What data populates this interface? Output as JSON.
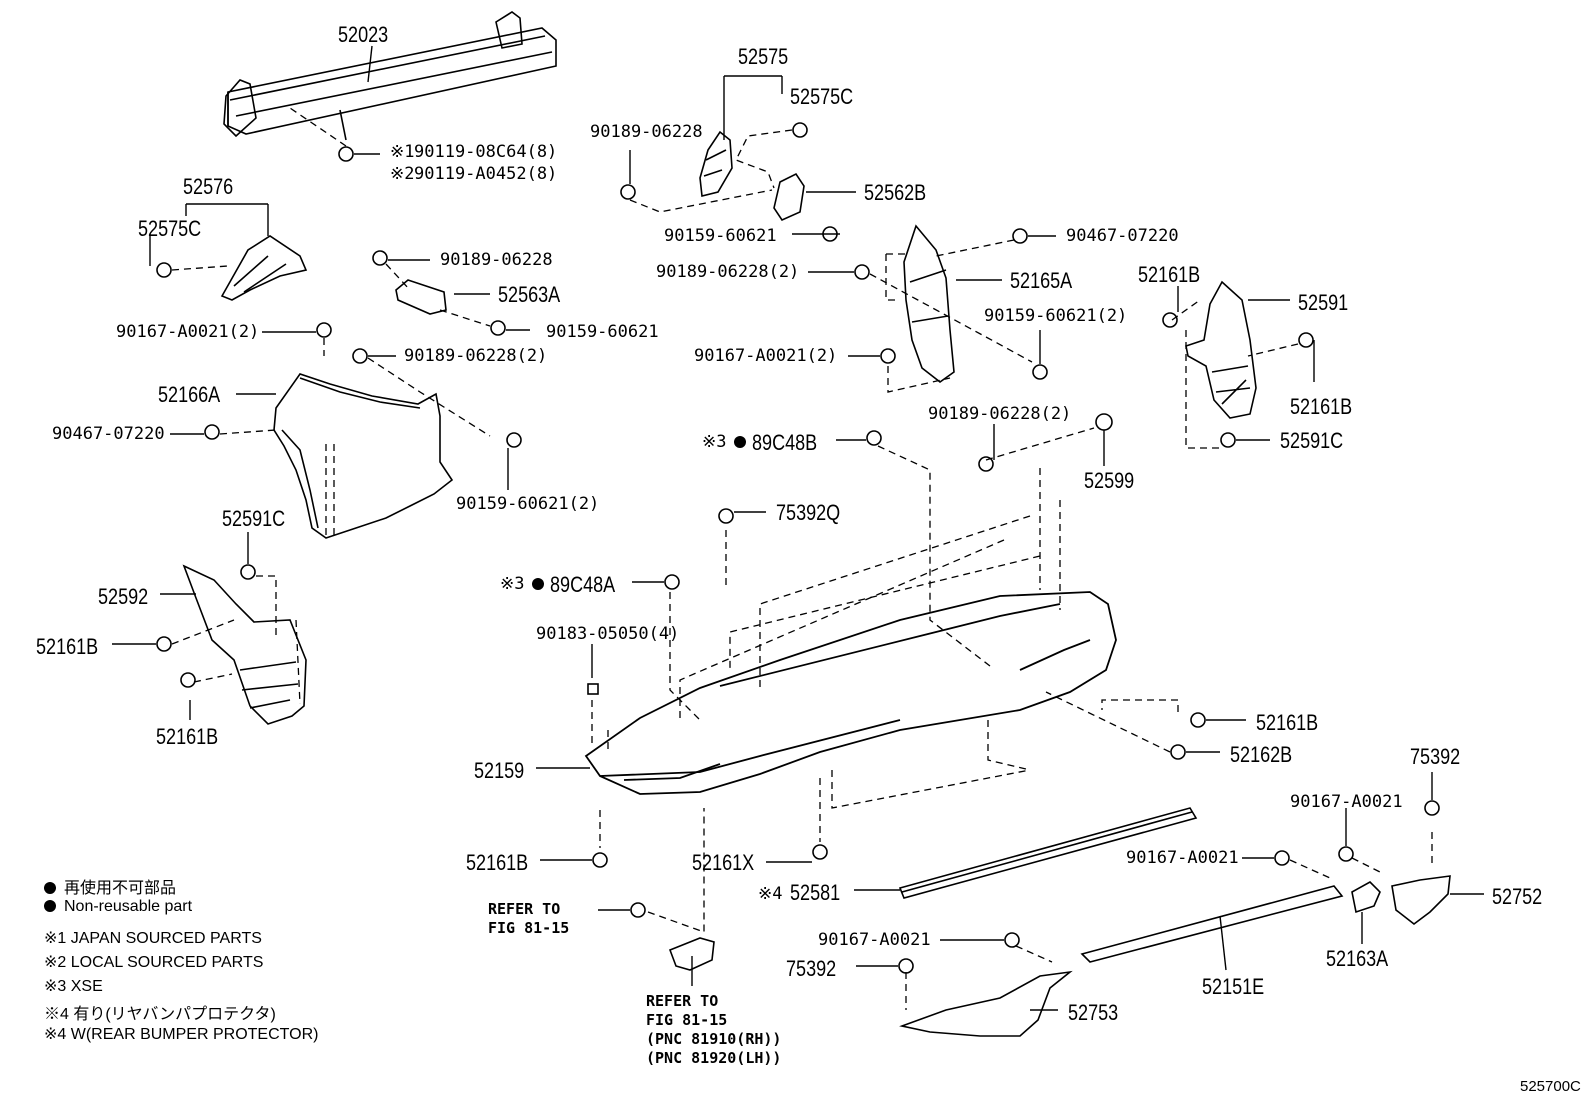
{
  "diagram_id": "525700C",
  "parts": {
    "p52023": "52023",
    "p52575": "52575",
    "p52575C_top": "52575C",
    "p52576": "52576",
    "p52575C_left": "52575C",
    "p52562B": "52562B",
    "p52563A": "52563A",
    "p52165A": "52165A",
    "p52166A": "52166A",
    "p52161B_r1": "52161B",
    "p52591": "52591",
    "p52161B_r2": "52161B",
    "p52591C_r": "52591C",
    "p52599": "52599",
    "p89C48B": "89C48B",
    "p75392Q": "75392Q",
    "p89C48A": "89C48A",
    "p52591C_l": "52591C",
    "p52592": "52592",
    "p52161B_l1": "52161B",
    "p52161B_l2": "52161B",
    "p52161B_c": "52161B",
    "p52162B": "52162B",
    "p52159": "52159",
    "p52161B_b": "52161B",
    "p52161X": "52161X",
    "p52581": "52581",
    "p75392_r": "75392",
    "p52752": "52752",
    "p52163A": "52163A",
    "p52151E": "52151E",
    "p75392_b": "75392",
    "p52753": "52753"
  },
  "fasteners": {
    "f1": "90119-08C64(8)",
    "f2": "90119-A0452(8)",
    "f3": "90189-06228",
    "f4": "90159-60621",
    "f5": "90189-06228",
    "f6": "90159-60621",
    "f7": "90167-A0021(2)",
    "f8": "90189-06228(2)",
    "f9": "90467-07220",
    "f10": "90159-60621(2)",
    "f11": "90467-07220",
    "f12": "90189-06228(2)",
    "f13": "90159-60621(2)",
    "f14": "90167-A0021(2)",
    "f15": "90189-06228(2)",
    "f16": "90183-05050(4)",
    "f17": "90167-A0021",
    "f18": "90167-A0021",
    "f19": "90167-A0021"
  },
  "marks": {
    "m1": "※1",
    "m2": "※2",
    "m3a": "※3",
    "m3b": "※3",
    "m4": "※4"
  },
  "refer": {
    "r1_l1": "REFER TO",
    "r1_l2": "FIG 81-15",
    "r2_l1": "REFER TO",
    "r2_l2": "FIG 81-15",
    "r2_l3": "(PNC 81910(RH))",
    "r2_l4": "(PNC 81920(LH))"
  },
  "legend": {
    "jp": "再使用不可部品",
    "en": "Non-reusable part",
    "n1": "※1 JAPAN SOURCED PARTS",
    "n2": "※2 LOCAL SOURCED PARTS",
    "n3": "※3 XSE",
    "n4": "※4 有り(リヤバンパプロテクタ)",
    "n5": "※4 W(REAR BUMPER PROTECTOR)"
  }
}
